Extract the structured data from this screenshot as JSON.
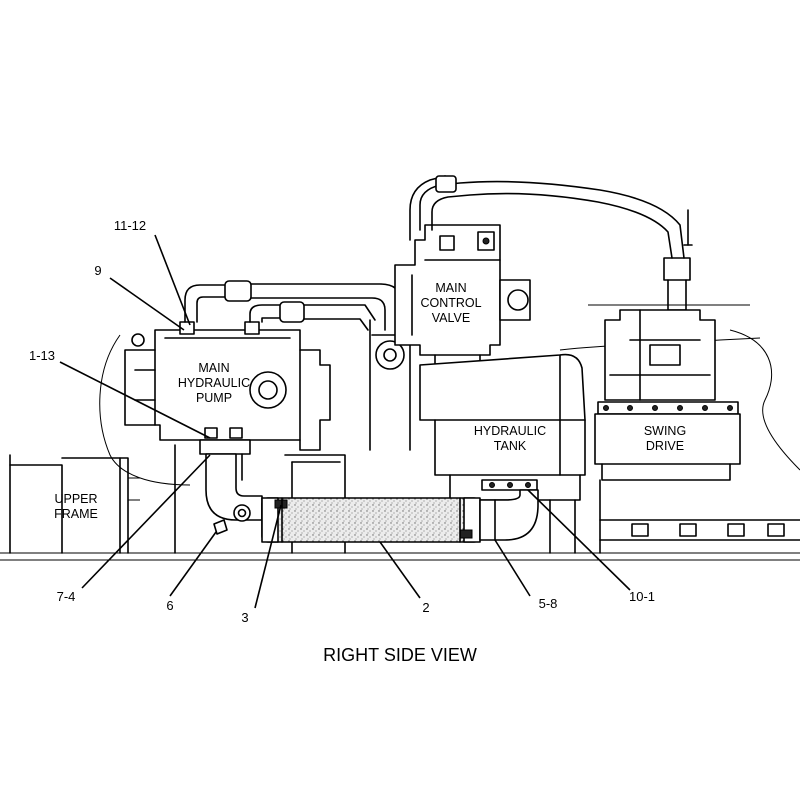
{
  "labels": {
    "main_hydraulic_pump": [
      "MAIN",
      "HYDRAULIC",
      "PUMP"
    ],
    "main_control_valve": [
      "MAIN",
      "CONTROL",
      "VALVE"
    ],
    "hydraulic_tank": [
      "HYDRAULIC",
      "TANK"
    ],
    "swing_drive": [
      "SWING",
      "DRIVE"
    ],
    "upper_frame": [
      "UPPER",
      "FRAME"
    ]
  },
  "callouts": {
    "c_11_12": "11-12",
    "c_9": "9",
    "c_1_13": "1-13",
    "c_7_4": "7-4",
    "c_6": "6",
    "c_3": "3",
    "c_2": "2",
    "c_5_8": "5-8",
    "c_10_1": "10-1"
  },
  "caption": "RIGHT SIDE VIEW"
}
